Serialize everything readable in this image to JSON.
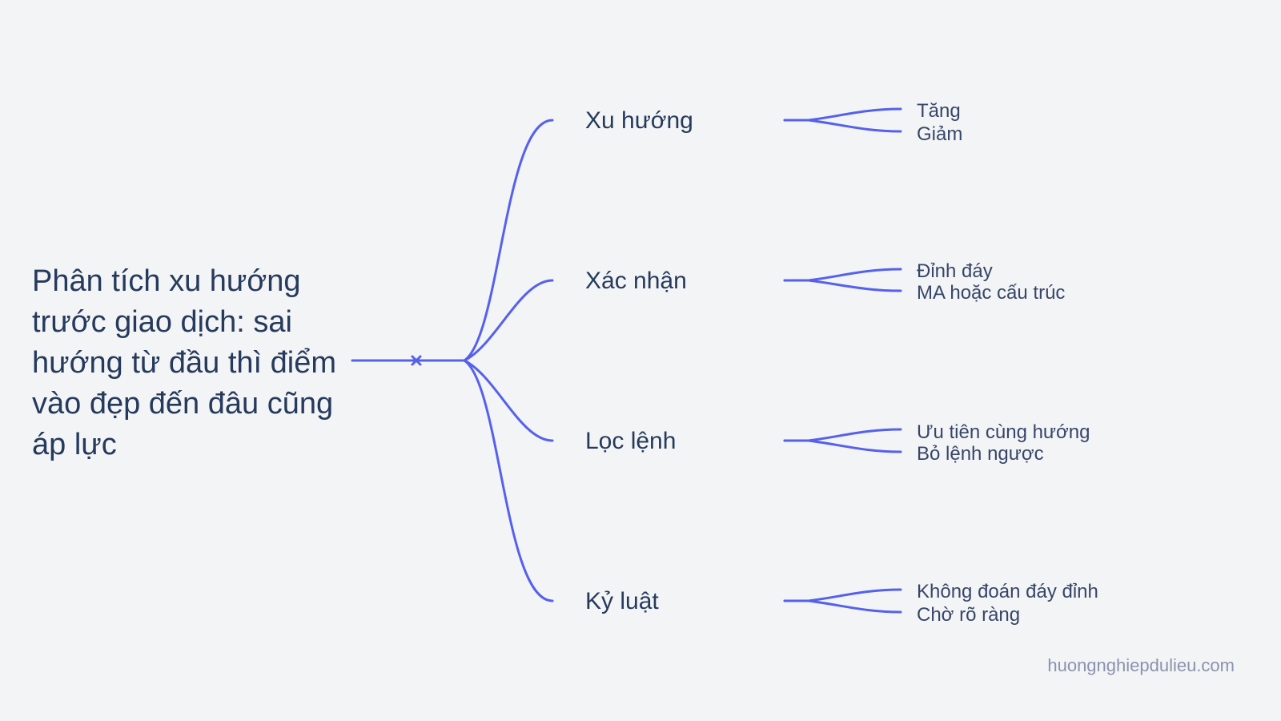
{
  "root": {
    "title": "Phân tích xu hướng trước giao dịch: sai hướng từ đầu thì điểm vào đẹp đến đâu cũng áp lực"
  },
  "branches": [
    {
      "label": "Xu hướng",
      "leaves": [
        "Tăng",
        "Giảm"
      ]
    },
    {
      "label": "Xác nhận",
      "leaves": [
        "Đỉnh đáy",
        "MA hoặc cấu trúc"
      ]
    },
    {
      "label": "Lọc lệnh",
      "leaves": [
        "Ưu tiên cùng hướng",
        "Bỏ lệnh ngược"
      ]
    },
    {
      "label": "Kỷ luật",
      "leaves": [
        "Không đoán đáy đỉnh",
        "Chờ rõ ràng"
      ]
    }
  ],
  "watermark": "huongnghiepdulieu.com",
  "colors": {
    "background": "#f3f4f6",
    "edge": "#5561ec",
    "root_text": "#263a5c",
    "leaf_text": "#374668",
    "watermark": "#8a93ad"
  }
}
